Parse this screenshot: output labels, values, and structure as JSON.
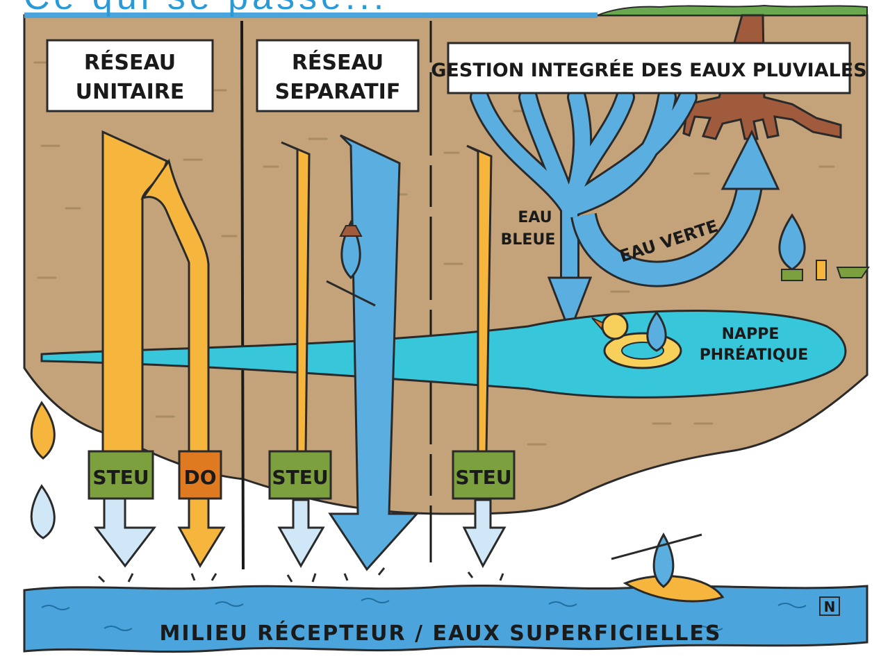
{
  "header": {
    "cropped_title": "Ce qui se passe..."
  },
  "panels": {
    "unitaire_title_line1": "RÉSEAU",
    "unitaire_title_line2": "UNITAIRE",
    "separatif_title_line1": "RÉSEAU",
    "separatif_title_line2": "SEPARATIF",
    "gestion_title": "GESTION INTEGRÉE DES EAUX PLUVIALES"
  },
  "boxes": {
    "steu_unitaire": "STEU",
    "do_unitaire": "DO",
    "steu_separatif": "STEU",
    "steu_gestion": "STEU"
  },
  "labels": {
    "eau_bleue_1": "EAU",
    "eau_bleue_2": "BLEUE",
    "eau_verte": "EAU VERTE",
    "nappe_1": "NAPPE",
    "nappe_2": "PHRÉATIQUE",
    "milieu": "MILIEU RÉCEPTEUR / EAUX SUPERFICIELLES",
    "signature": "N"
  },
  "colors": {
    "soil": "#c4a37a",
    "soil_dark": "#a98b63",
    "rain_pipe": "#f6b63d",
    "blue_pipe": "#5aaee0",
    "treated": "#cfe7f7",
    "nappe": "#37c6da",
    "river": "#4ba4db",
    "steu_box": "#7ca03e",
    "do_box": "#e07a20",
    "grass": "#6aa84f"
  },
  "icons": [
    "tree-roots-icon",
    "duck-float-icon",
    "gardener-drop-icon",
    "skier-drop-icon",
    "kayak-drop-icon",
    "sick-drop-icon"
  ]
}
